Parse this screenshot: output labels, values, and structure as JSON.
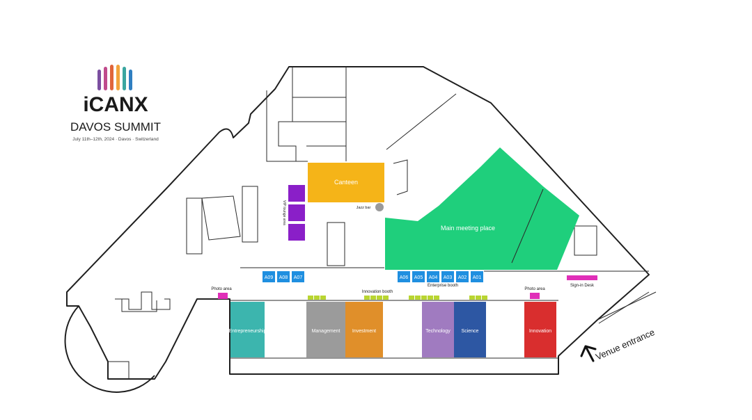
{
  "brand": {
    "logo_text": "iCANX",
    "event_title": "DAVOS SUMMIT",
    "dates": "July 11th–12th, 2024  ·  Davos · Switzerland",
    "logo_colors": [
      "#7b4fa0",
      "#c04b8c",
      "#e0653a",
      "#f2a33a",
      "#3aa6a0",
      "#2f7fc1"
    ]
  },
  "zones": {
    "canteen": {
      "label": "Canteen",
      "color": "#f5b418"
    },
    "main_meeting": {
      "label": "Main meeting place",
      "color": "#1fcf7c"
    },
    "vip_lounge": {
      "label": "VIP lounge area",
      "color": "#8a1fc8"
    },
    "jazz_bar": {
      "label": "Jazz bar",
      "color": "#9a9a9a"
    }
  },
  "enterprise": {
    "label": "Enterprise booth",
    "color": "#1f8fe0",
    "booths_left": [
      "A09",
      "A08",
      "A07"
    ],
    "booths_right": [
      "A06",
      "A05",
      "A04",
      "A03",
      "A02",
      "A01"
    ]
  },
  "innovation": {
    "label": "Innovation booth",
    "color": "#b9d531"
  },
  "photo_area": {
    "label": "Photo area",
    "color": "#e02fb8"
  },
  "sign_in": {
    "label": "Sign-in Desk",
    "color": "#e02fb8"
  },
  "halls": [
    {
      "label": "Entrepreneurship",
      "color": "#3cb5ae"
    },
    {
      "label": "Management",
      "color": "#9b9b9b"
    },
    {
      "label": "Investment",
      "color": "#e08f2a"
    },
    {
      "label": "Technology",
      "color": "#a07bc0"
    },
    {
      "label": "Science",
      "color": "#2d57a3"
    },
    {
      "label": "Innovation",
      "color": "#d92e2e"
    }
  ],
  "venue_entrance": "Venue entrance"
}
